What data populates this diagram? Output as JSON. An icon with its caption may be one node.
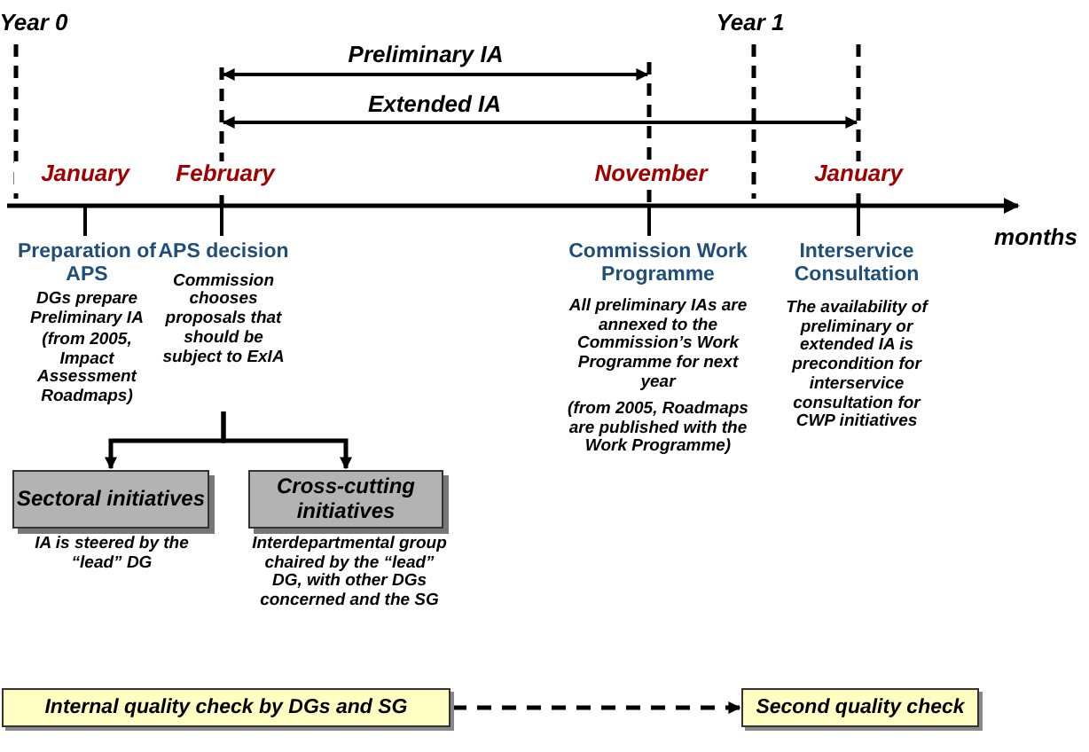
{
  "diagram": {
    "nodes": [
      {
        "text": [
          "APS decision",
          "Commission chooses proposals that should be subject to ExIA"
        ]
      },
      {
        "text": [
          "Sectoral initiatives"
        ],
        "beside": [
          "IA is steered by the “lead” DG"
        ]
      },
      {
        "text": [
          "Cross-cutting initiatives"
        ],
        "beside": [
          "Interdepartmental group chaired by the “lead” DG, with other DGs concerned and the SG"
        ]
      },
      {
        "text": [
          "Internal quality check by DGs and SG"
        ]
      },
      {
        "text": [
          "Second quality check"
        ]
      }
    ],
    "edges": [
      {
        "from": 0,
        "to": 1,
        "arrow": "to"
      },
      {
        "from": 0,
        "to": 2,
        "arrow": "to"
      },
      {
        "from": 3,
        "to": 4,
        "arrow": "to",
        "style": "dashed"
      }
    ],
    "labels": [
      "Year 0",
      "Year 1",
      "Preliminary IA",
      "Extended IA",
      "January",
      "February",
      "November",
      "January",
      "months",
      "Preparation of APS",
      "DGs prepare Preliminary IA",
      "(from 2005, Impact Assessment Roadmaps)",
      "Commission Work Programme",
      "All preliminary IAs are annexed to the Commission’s Work Programme for next year",
      "(from 2005, Roadmaps are published with the Work Programme)",
      "Interservice Consultation",
      "The availability of preliminary or extended IA is precondition for interservice consultation for CWP initiatives"
    ]
  }
}
